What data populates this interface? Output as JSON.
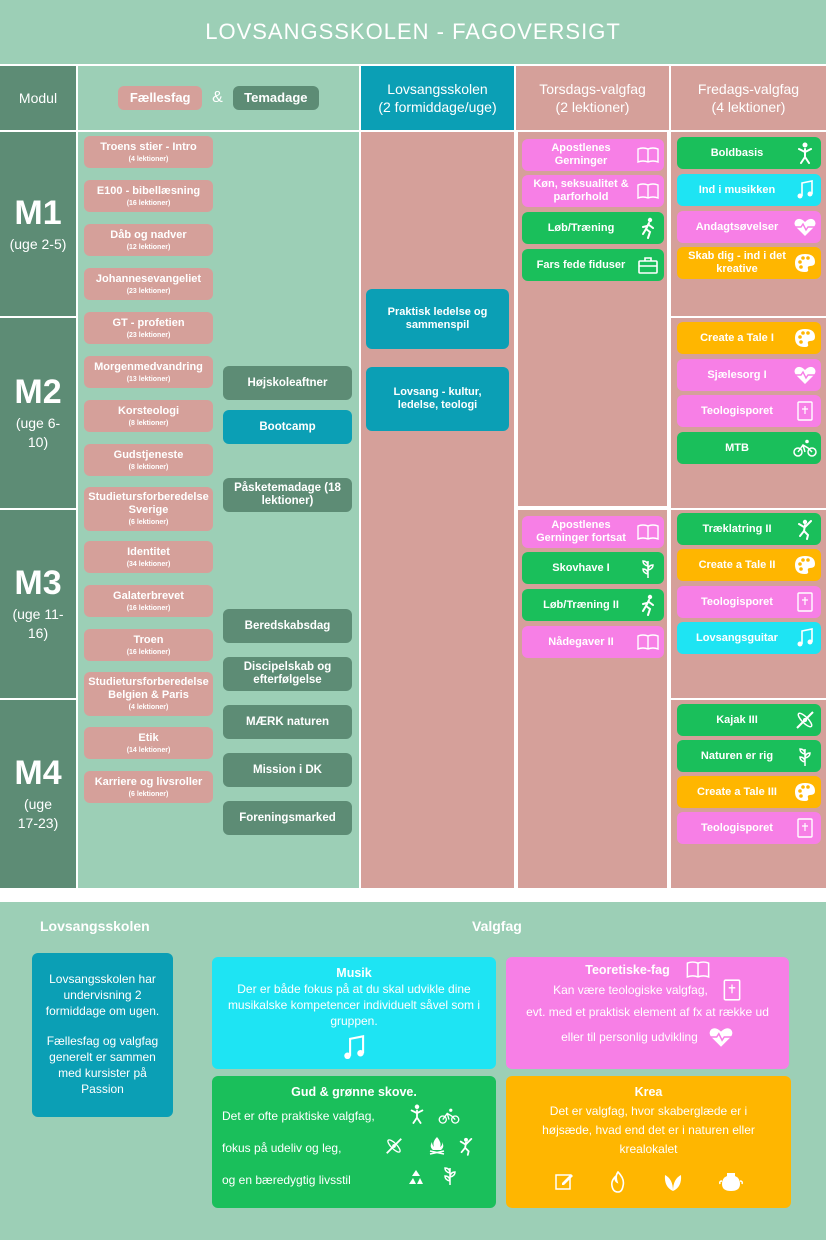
{
  "title": "LOVSANGSSKOLEN - FAGOVERSIGT",
  "headers": {
    "modul": "Modul",
    "faellesfag": "Fællesfag",
    "ampersand": "&",
    "temadage": "Temadage",
    "lovsang_line1": "Lovsangsskolen",
    "lovsang_line2": "(2 formiddage/uge)",
    "torsdag_line1": "Torsdags-valgfag",
    "torsdag_line2": "(2 lektioner)",
    "fredag_line1": "Fredags-valgfag",
    "fredag_line2": "(4 lektioner)"
  },
  "modules": [
    {
      "name": "M1",
      "weeks": "(uge 2-5)"
    },
    {
      "name": "M2",
      "weeks": "(uge 6-10)"
    },
    {
      "name": "M3",
      "weeks": "(uge 11-16)"
    },
    {
      "name": "M4",
      "weeks": "(uge 17-23)"
    }
  ],
  "faellesfag": [
    {
      "name": "Troens stier - Intro",
      "lessons": "(4 lektioner)"
    },
    {
      "name": "E100 - bibellæsning",
      "lessons": "(16 lektioner)"
    },
    {
      "name": "Dåb og nadver",
      "lessons": "(12 lektioner)"
    },
    {
      "name": "Johannesevangeliet",
      "lessons": "(23 lektioner)"
    },
    {
      "name": "GT - profetien",
      "lessons": "(23 lektioner)"
    },
    {
      "name": "Morgenmedvandring",
      "lessons": "(13 lektioner)"
    },
    {
      "name": "Korsteologi",
      "lessons": "(8 lektioner)"
    },
    {
      "name": "Gudstjeneste",
      "lessons": "(8 lektioner)"
    },
    {
      "name": "Studietursforberedelse Sverige",
      "lessons": "(6 lektioner)"
    },
    {
      "name": "Identitet",
      "lessons": "(34 lektioner)"
    },
    {
      "name": "Galaterbrevet",
      "lessons": "(16 lektioner)"
    },
    {
      "name": "Troen",
      "lessons": "(16 lektioner)"
    },
    {
      "name": "Studietursforberedelse Belgien & Paris",
      "lessons": "(4 lektioner)"
    },
    {
      "name": "Etik",
      "lessons": "(14 lektioner)"
    },
    {
      "name": "Karriere og livsroller",
      "lessons": "(6 lektioner)"
    }
  ],
  "temadage": [
    {
      "name": "Højskoleaftner"
    },
    {
      "name": "Bootcamp"
    },
    {
      "name": "Påsketemadage (18 lektioner)"
    },
    {
      "name": "Beredskabsdag"
    },
    {
      "name": "Discipelskab og efterfølgelse"
    },
    {
      "name": "MÆRK naturen"
    },
    {
      "name": "Mission i DK"
    },
    {
      "name": "Foreningsmarked"
    }
  ],
  "lovsang": [
    {
      "name": "Praktisk ledelse og sammenspil"
    },
    {
      "name": "Lovsang - kultur, ledelse, teologi"
    }
  ],
  "torsdag": [
    {
      "name": "Apostlenes Gerninger",
      "icon": "book-icon",
      "color": "pink"
    },
    {
      "name": "Køn, seksualitet & parforhold",
      "icon": "book-icon",
      "color": "pink"
    },
    {
      "name": "Løb/Træning",
      "icon": "runner-icon",
      "color": "green"
    },
    {
      "name": "Fars fede fiduser",
      "icon": "toolbox-icon",
      "color": "green"
    },
    {
      "name": "Apostlenes Gerninger fortsat",
      "icon": "book-icon",
      "color": "pink"
    },
    {
      "name": "Skovhave I",
      "icon": "plant-icon",
      "color": "green"
    },
    {
      "name": "Løb/Træning II",
      "icon": "runner-icon",
      "color": "green"
    },
    {
      "name": "Nådegaver II",
      "icon": "book-icon",
      "color": "pink"
    }
  ],
  "fredag": [
    {
      "name": "Boldbasis",
      "icon": "ball-player-icon",
      "color": "green"
    },
    {
      "name": "Ind i musikken",
      "icon": "music-note-icon",
      "color": "cyan"
    },
    {
      "name": "Andagtsøvelser",
      "icon": "heart-icon",
      "color": "pink"
    },
    {
      "name": "Skab dig - ind i det kreative",
      "icon": "palette-icon",
      "color": "orange"
    },
    {
      "name": "Create a Tale I",
      "icon": "palette-icon",
      "color": "orange"
    },
    {
      "name": "Sjælesorg I",
      "icon": "heart-icon",
      "color": "pink"
    },
    {
      "name": "Teologisporet",
      "icon": "bible-icon",
      "color": "pink"
    },
    {
      "name": "MTB",
      "icon": "bike-icon",
      "color": "green"
    },
    {
      "name": "Træklatring II",
      "icon": "climber-icon",
      "color": "green"
    },
    {
      "name": "Create a Tale II",
      "icon": "palette-icon",
      "color": "orange"
    },
    {
      "name": "Teologisporet",
      "icon": "bible-icon",
      "color": "pink"
    },
    {
      "name": "Lovsangsguitar",
      "icon": "music-note-icon",
      "color": "cyan"
    },
    {
      "name": "Kajak III",
      "icon": "kayak-icon",
      "color": "green"
    },
    {
      "name": "Naturen er rig",
      "icon": "plant-icon",
      "color": "green"
    },
    {
      "name": "Create a Tale III",
      "icon": "palette-icon",
      "color": "orange"
    },
    {
      "name": "Teologisporet",
      "icon": "bible-icon",
      "color": "pink"
    }
  ],
  "legend": {
    "lovsang_title": "Lovsangsskolen",
    "lovsang_p1": "Lovsangsskolen har undervisning 2 formiddage om ugen.",
    "lovsang_p2": "Fællesfag og valgfag generelt er sammen med kursister på Passion",
    "valgfag_title": "Valgfag",
    "musik_title": "Musik",
    "musik_text": "Der er både fokus på at du skal udvikle dine musikalske kompetencer individuelt såvel som i gruppen.",
    "teori_title": "Teoretiske-fag",
    "teori_line1": "Kan være teologiske valgfag,",
    "teori_line2": "evt. med et praktisk element af fx at række ud",
    "teori_line3": "eller til personlig udvikling",
    "gud_title": "Gud & grønne skove.",
    "gud_line1": "Det er ofte praktiske valgfag,",
    "gud_line2": "fokus på udeliv og leg,",
    "gud_line3": "og en bæredygtig livsstil",
    "krea_title": "Krea",
    "krea_text": "Det er valgfag, hvor skaberglæde er i højsæde, hvad end det er i naturen eller krealokalet"
  },
  "colors": {
    "mint": "#9ccfb6",
    "dark_green": "#5d8c75",
    "rose": "#d5a09a",
    "teal": "#0b9fb5",
    "pink": "#f77fe6",
    "green": "#1abf5b",
    "cyan": "#1ee4f3",
    "orange": "#ffb600"
  }
}
